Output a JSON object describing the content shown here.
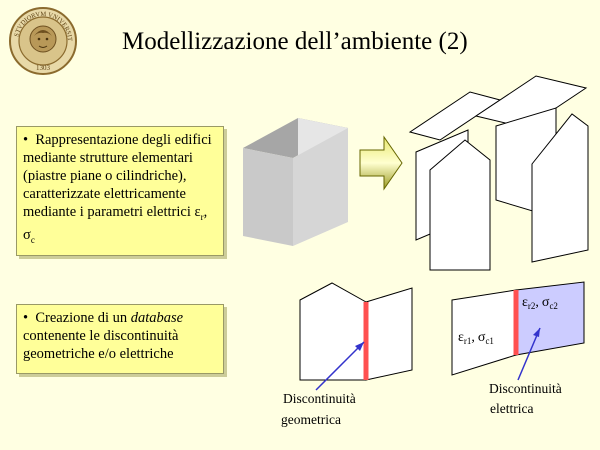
{
  "title": "Modellizzazione dell’ambiente  (2)",
  "logo": {
    "name": "university-seal",
    "text_top": "STVDIORVM VNIVERSITAS ROMANA",
    "text_year": "1303"
  },
  "box1": {
    "bullet": "•",
    "text": "Rappresentazione degli edifici mediante strutture elementari (piastre piane o cilindriche), caratterizzate elettricamente mediante i parametri elettrici",
    "param1": "ε",
    "param1_sub": "r",
    "separator": ",",
    "param2": "σ",
    "param2_sub": "c"
  },
  "box2": {
    "bullet": "•",
    "text_before": "Creazione di un",
    "emphasis": "database",
    "text_after": "contenente le discontinuità geometriche e/o elettriche"
  },
  "diagram_geometric": {
    "label_line1": "Discontinuità",
    "label_line2": "geometrica"
  },
  "diagram_electric": {
    "label_line1": "Discontinuità",
    "label_line2": "elettrica",
    "left_eps": "ε",
    "left_eps_sub": "r1",
    "left_sigma": "σ",
    "left_sigma_sub": "c1",
    "right_eps": "ε",
    "right_eps_sub": "r2",
    "right_sigma": "σ",
    "right_sigma_sub": "c2",
    "comma": ","
  },
  "colors": {
    "background": "#FFFFE2",
    "box_fill": "#FFFF99",
    "discontinuity": "#FF5050",
    "arrow": "#3333CC",
    "panel_fill": "#CCCCFF"
  }
}
